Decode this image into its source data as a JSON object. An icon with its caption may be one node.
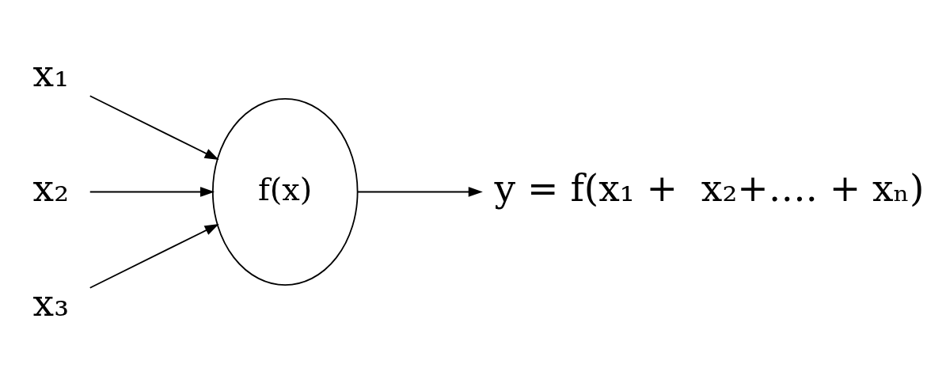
{
  "diagram": {
    "nodes": [
      {
        "text": [
          "x₁"
        ]
      },
      {
        "text": [
          "x₂"
        ]
      },
      {
        "text": [
          "x₃"
        ]
      },
      {
        "text": [
          "f(x)"
        ]
      },
      {
        "text": [
          "y = f(x₁ +  x₂+…. + xₙ)"
        ]
      }
    ],
    "edges": [
      {
        "from": 0,
        "to": 3,
        "arrow": "to"
      },
      {
        "from": 1,
        "to": 3,
        "arrow": "to"
      },
      {
        "from": 2,
        "to": 3,
        "arrow": "to"
      },
      {
        "from": 3,
        "to": 4,
        "arrow": "to"
      }
    ]
  }
}
